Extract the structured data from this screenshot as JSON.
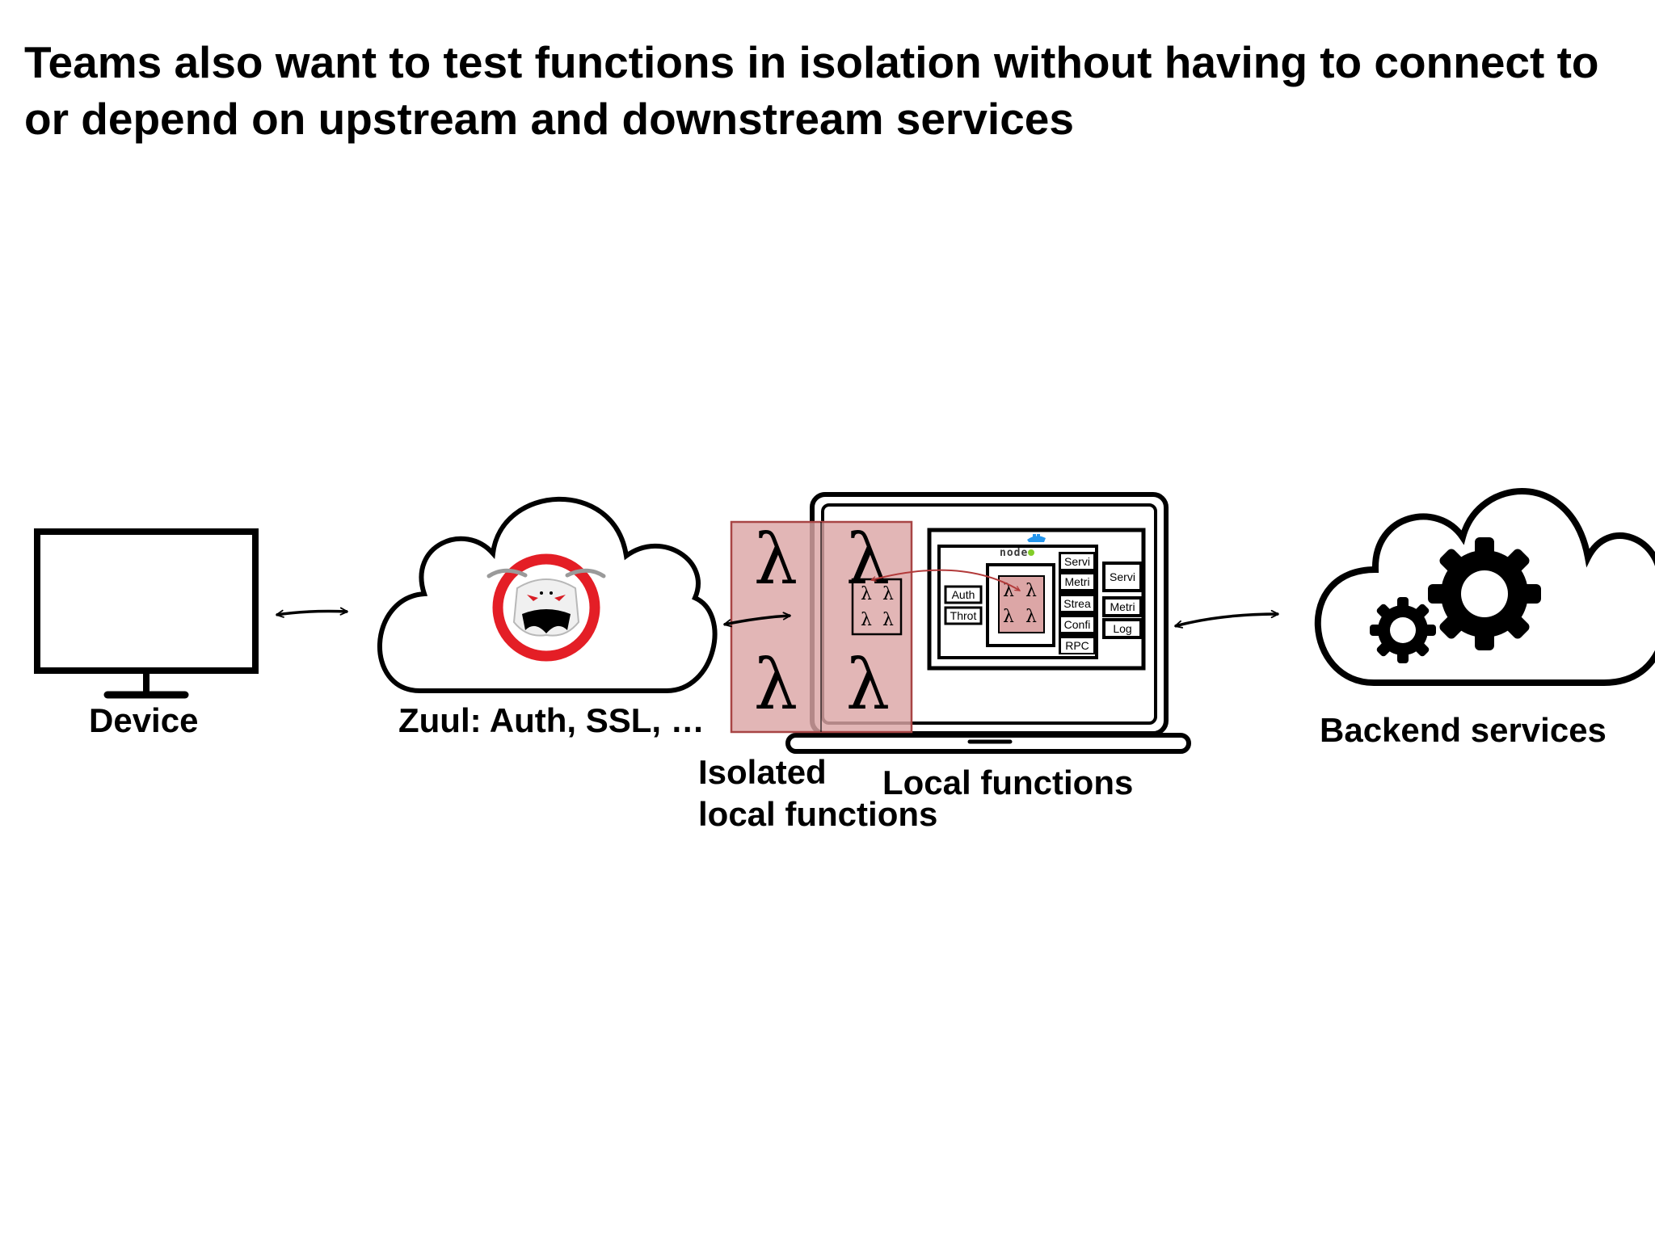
{
  "title": "Teams also want to test functions in isolation without having to connect to or depend on upstream and downstream services",
  "labels": {
    "device": "Device",
    "zuul": "Zuul: Auth, SSL, …",
    "isolated_line1": "Isolated",
    "isolated_line2": "local functions",
    "local": "Local functions",
    "backend": "Backend services"
  },
  "laptop_screen": {
    "runtime_logo": "node",
    "lambda_glyph": "λ",
    "left_modules": [
      "Auth",
      "Throt"
    ],
    "middle_modules": [
      "Servi",
      "Metri",
      "Strea",
      "Confi",
      "RPC"
    ],
    "right_modules": [
      "Servi",
      "Metri",
      "Log"
    ]
  },
  "colors": {
    "highlight_fill": "#dca6a6",
    "highlight_stroke": "#a84545",
    "zuul_ring": "#e41e26",
    "node_green": "#83cd29",
    "docker_blue": "#2496ed"
  }
}
